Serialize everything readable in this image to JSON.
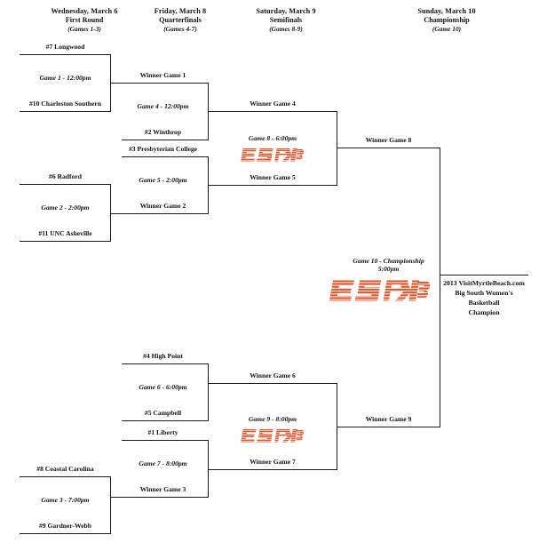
{
  "page": {
    "title": "2013 VisitMyrtleBeach.com Big South Women's Basketball Championship Bracket",
    "line_color": "#1a1a1a",
    "background": "#ffffff",
    "espn3_color": "#E0552C"
  },
  "headers": [
    {
      "date": "Wednesday, March 6",
      "round": "First Round",
      "games": "(Games 1-3)"
    },
    {
      "date": "Friday, March 8",
      "round": "Quarterfinals",
      "games": "(Games 4-7)"
    },
    {
      "date": "Saturday, March 9",
      "round": "Semifinals",
      "games": "(Games 8-9)"
    },
    {
      "date": "Sunday, March 10",
      "round": "Championship",
      "games": "(Game 10)"
    }
  ],
  "first_round": {
    "game1": {
      "top_seed": "#7 Longwood",
      "label": "Game 1 - 12:00pm",
      "bottom_seed": "#10 Charleston Southern"
    },
    "game2": {
      "top_seed": "#6 Radford",
      "label": "Game 2 - 2:00pm",
      "bottom_seed": "#11 UNC Asheville"
    },
    "game3": {
      "top_seed": "#8 Coastal Carolina",
      "label": "Game 3 - 7:00pm",
      "bottom_seed": "#9 Gardner-Webb"
    }
  },
  "quarterfinals": {
    "game4": {
      "top_seed": "Winner Game 1",
      "label": "Game 4 - 12:00pm",
      "bottom_seed": "#2 Winthrop"
    },
    "game5": {
      "top_seed": "#3 Presbyterian College",
      "label": "Game 5 - 2:00pm",
      "bottom_seed": "Winner Game 2"
    },
    "game6": {
      "top_seed": "#4 High Point",
      "label": "Game 6 - 6:00pm",
      "bottom_seed": "#5 Campbell"
    },
    "game7": {
      "top_seed": "#1 Liberty",
      "label": "Game 7 - 8:00pm",
      "bottom_seed": "Winner Game 3"
    }
  },
  "semifinals": {
    "game8": {
      "top_seed": "Winner Game 4",
      "label": "Game 8 - 6:00pm",
      "broadcast": "ESPN3",
      "bottom_seed": "Winner Game 5"
    },
    "game9": {
      "top_seed": "Winner Game 6",
      "label": "Game 9 - 8:00pm",
      "broadcast": "ESPN3",
      "bottom_seed": "Winner Game 7"
    }
  },
  "championship": {
    "top_seed": "Winner Game 8",
    "label_line1": "Game 10 - Championship",
    "label_line2": "5:00pm",
    "broadcast": "ESPN3",
    "bottom_seed": "Winner Game 9",
    "champion_line1": "2013 VisitMyrtleBeach.com",
    "champion_line2": "Big South Women's Basketball",
    "champion_line3": "Champion"
  }
}
